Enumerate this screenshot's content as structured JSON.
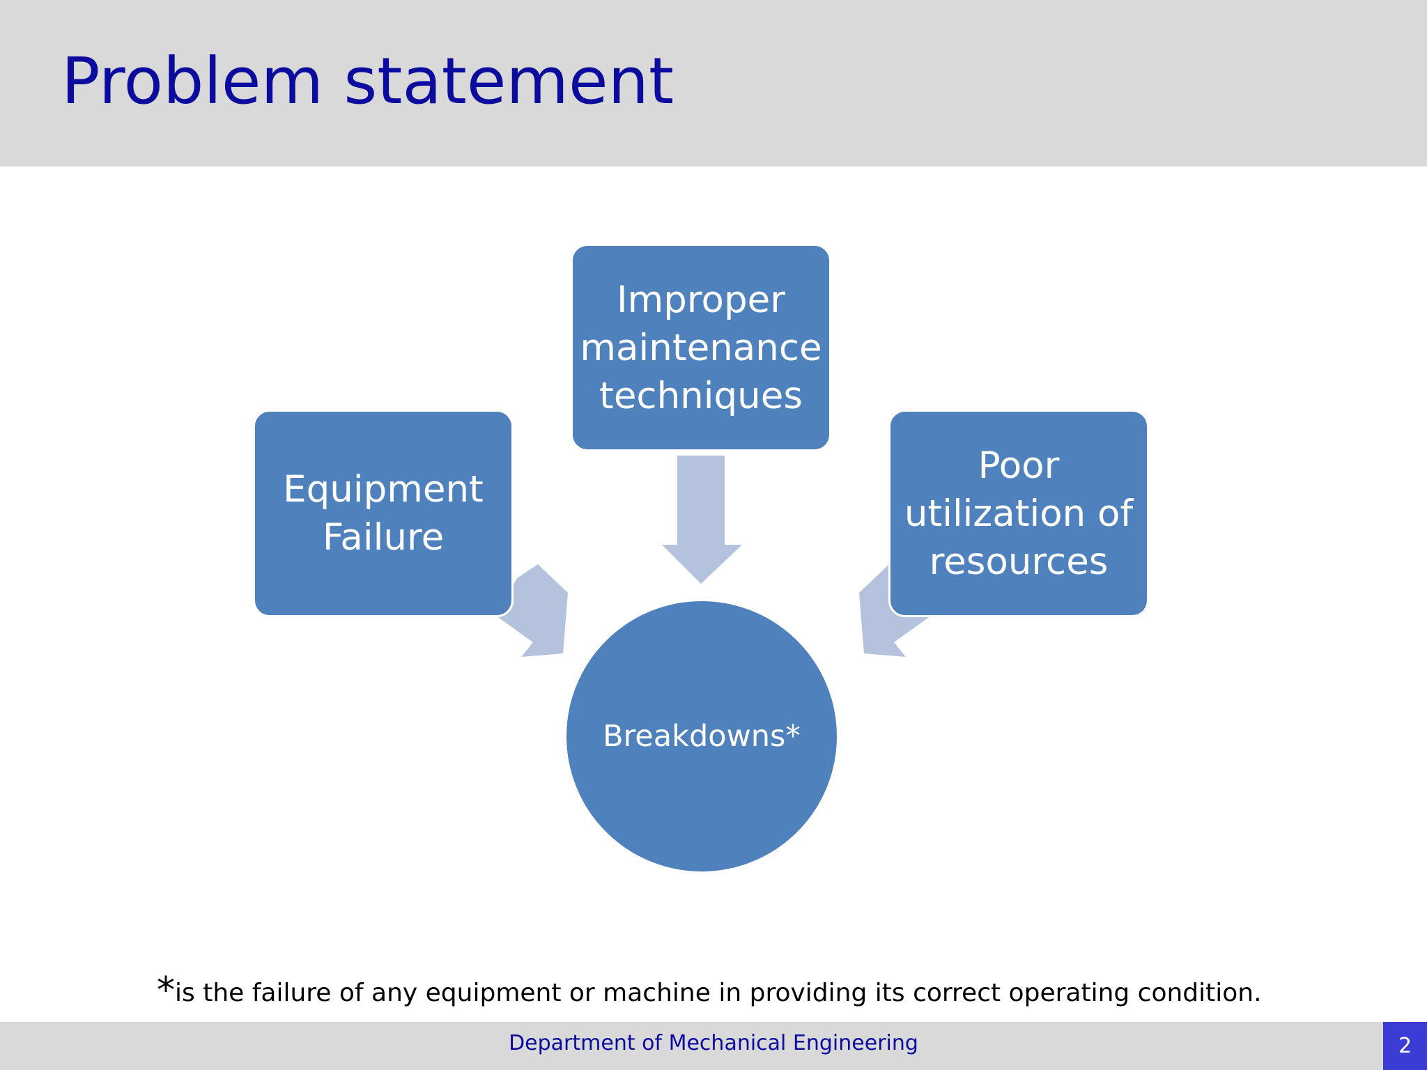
{
  "slide": {
    "title": "Problem statement",
    "footer": "Department of Mechanical Engineering",
    "page_number": "2"
  },
  "diagram": {
    "boxes": [
      {
        "id": "left",
        "label": "Equipment Failure"
      },
      {
        "id": "top",
        "label": "Improper maintenance techniques"
      },
      {
        "id": "right",
        "label": "Poor utilization of resources"
      }
    ],
    "center": {
      "label": "Breakdowns*"
    },
    "colors": {
      "box_fill": "#4f81bd",
      "arrow_fill": "#b4c2de",
      "title_color": "#0b0b9e",
      "page_badge": "#3b3bd6",
      "header_band": "#d9d9d9"
    }
  },
  "footnote": {
    "marker": "*",
    "text": "is the failure of any equipment or machine in providing its correct operating condition."
  }
}
